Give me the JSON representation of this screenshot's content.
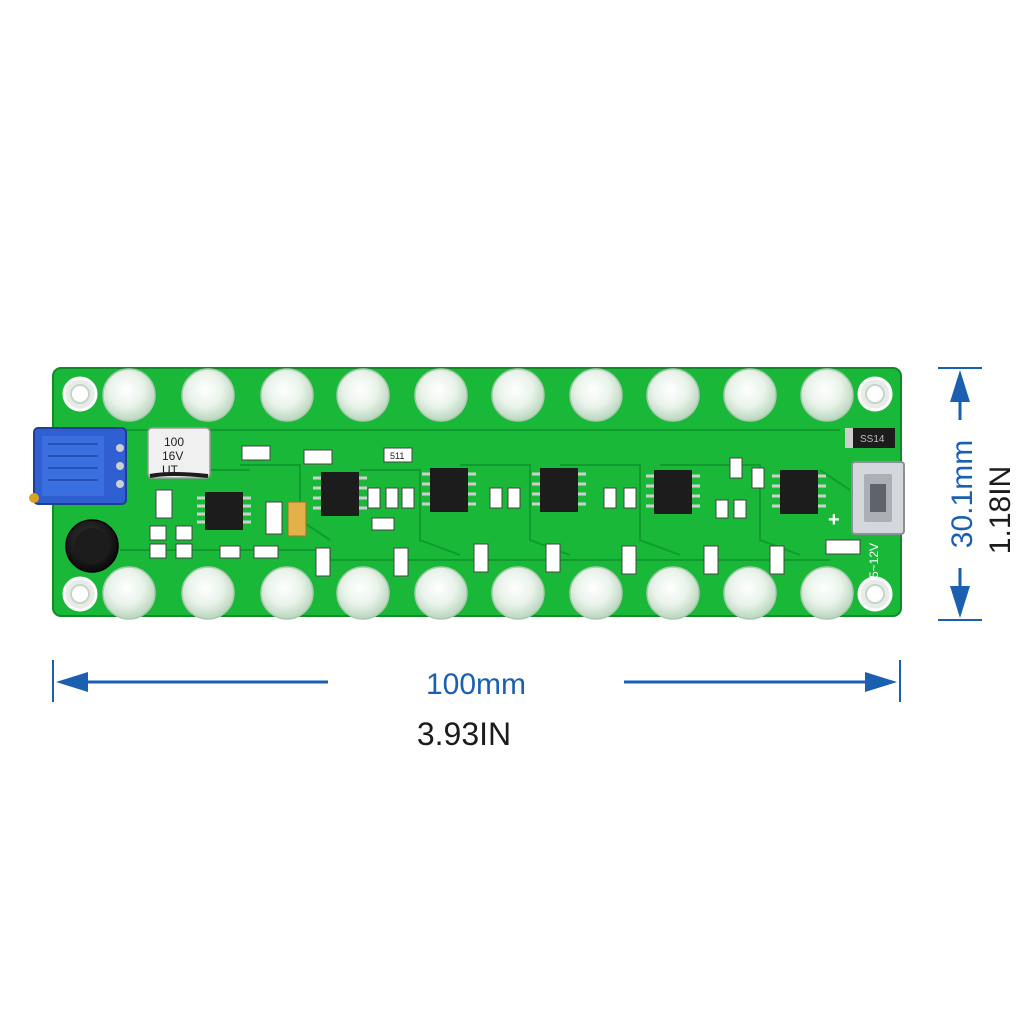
{
  "dimensions": {
    "width_mm": "100mm",
    "width_in": "3.93IN",
    "height_mm": "30.1mm",
    "height_in": "1.18IN"
  },
  "board_labels": {
    "capacitor_value": "100",
    "capacitor_voltage": "16V",
    "capacitor_mark": "UT",
    "voltage_range": "5~12V",
    "diode_label": "SS14",
    "plus_mark": "+",
    "resistor_code": "511"
  },
  "colors": {
    "pcb_green": "#19b839",
    "dimension_blue": "#1a5fb0",
    "ic_black": "#1c1c1c",
    "led_white": "#e9f3ea",
    "pot_blue": "#2f5fd0"
  },
  "icons": {
    "potentiometer": "trimmer-potentiometer-icon",
    "microphone": "electret-microphone-icon",
    "usb_port": "micro-usb-port-icon"
  }
}
